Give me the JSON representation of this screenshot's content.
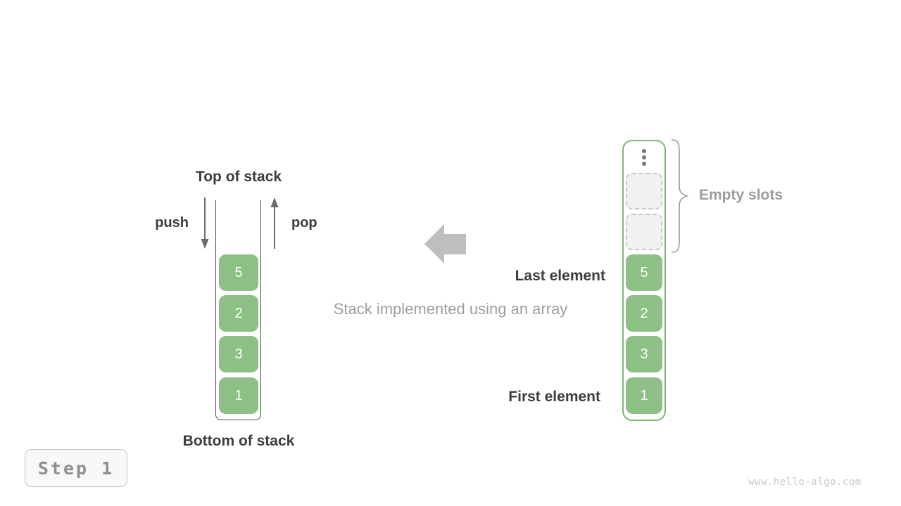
{
  "diagram": {
    "caption": "Stack implemented using an array",
    "step_badge": "Step 1",
    "watermark": "www.hello-algo.com"
  },
  "stack_view": {
    "top_label": "Top of stack",
    "bottom_label": "Bottom of stack",
    "push_label": "push",
    "pop_label": "pop",
    "elements": [
      "5",
      "2",
      "3",
      "1"
    ]
  },
  "array_view": {
    "elements": [
      "5",
      "2",
      "3",
      "1"
    ],
    "empty_slot_count": 2,
    "labels": {
      "empty_slots": "Empty slots",
      "last_element": "Last element",
      "first_element": "First element"
    }
  },
  "icons": {
    "push_arrow": "arrow-down",
    "pop_arrow": "arrow-up",
    "direction_arrow": "left-block-arrow",
    "ellipsis": "vertical-ellipsis",
    "brace": "right-curly-brace"
  },
  "colors": {
    "cell_green": "#8CC084",
    "array_border_green": "#7EB874",
    "stack_outline": "#4f4f4f",
    "label_dark": "#3d3d3d",
    "label_gray": "#9C9C9C",
    "caption_gray": "#9E9E9E",
    "block_arrow_gray": "#BEBEBE",
    "slot_fill": "#F1F1F1",
    "slot_border": "#C9C9C9",
    "badge_bg": "#F8F8F8",
    "badge_border": "#C6C6C6",
    "badge_text": "#8F8F8F",
    "watermark_gray": "#C9C9C9"
  }
}
